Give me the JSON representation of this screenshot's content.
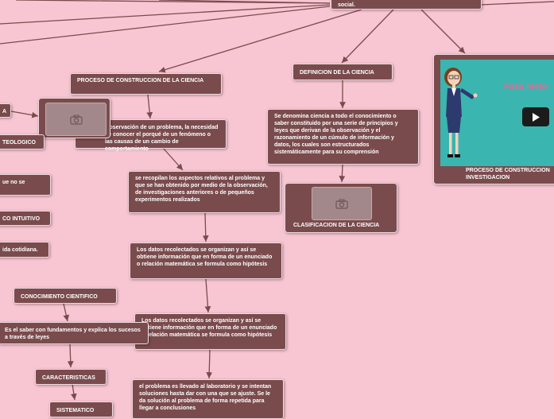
{
  "nodes": {
    "top": "social.",
    "proceso": "PROCESO DE CONSTRUCCION DE LA CIENCIA",
    "definicion_title": "DEFINICION DE LA CIENCIA",
    "definicion_text": "Se denomina ciencia a todo el conocimiento o saber constituido por una serie de principios y leyes que derivan de la observación y el razonamiento de un cúmulo de información y datos, los cuales son estructurados sistemáticamente para su comprensión",
    "clasificacion": "CLASIFICACION DE LA CIENCIA",
    "step1": "Observación de un problema, la necesidad de conocer el porqué de un fenómeno o las causas de un cambio de comportamiento",
    "step2": "se recopilan los aspectos relativos al problema y que se han obtenido por medio de la observación, de investigaciones anteriores o de pequeños experimentos realizados",
    "step3": "Los datos recolectados se organizan y así se obtiene información que en forma de un enunciado o relación matemática se formula como hipótesis",
    "step4": "Los datos recolectados se organizan y así se obtiene información que en forma de un enunciado o relación matemática se formula como hipótesis",
    "step5": "el problema es llevado al laboratorio y se intentan soluciones hasta dar con una que se ajuste. Se le da solución al problema de forma repetida para llegar a conclusiones",
    "left_a": "A",
    "left_teologico": "TEOLOGICO",
    "left_queno": "ue no se",
    "left_intuitivo": "CO INTUITIVO",
    "left_cotidiana": "ida cotidiana.",
    "conocimiento_cientifico": "CONOCIMIENTO CIENTIFICO",
    "saber_fundamentos": "Es el saber con fundamentos y explica los sucesos a través de leyes",
    "caracteristicas": "CARACTERISTICAS",
    "sistematico": "SISTEMATICO"
  },
  "video": {
    "title": "Fase meto",
    "caption": "PROCESO DE CONSTRUCCION INVESTIGACION"
  },
  "icons": {
    "camera": "camera-icon",
    "play": "play-icon"
  },
  "colors": {
    "background": "#f8c5d2",
    "node": "#7a4b4d",
    "line": "#7a4b4d",
    "video_bg": "#3bb5b0"
  }
}
